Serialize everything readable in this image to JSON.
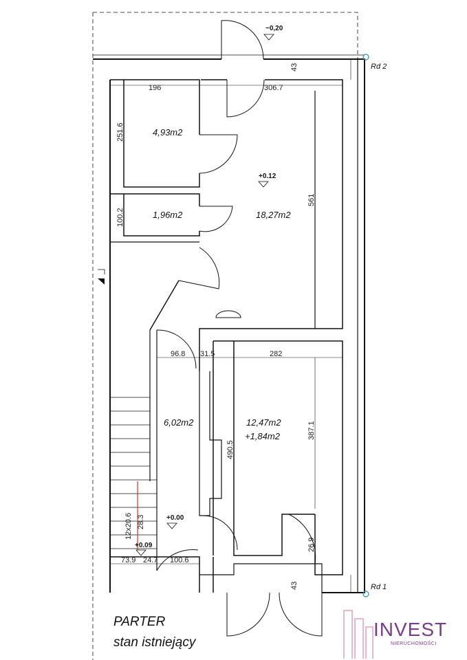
{
  "rooms": [
    {
      "id": "room-a",
      "area": "4,93m2"
    },
    {
      "id": "room-b",
      "area": "1,96m2"
    },
    {
      "id": "room-c",
      "area": "18,27m2"
    },
    {
      "id": "room-d",
      "area": "6,02m2"
    },
    {
      "id": "room-e",
      "area": "12,47m2",
      "extra": "+1,84m2"
    }
  ],
  "levels": {
    "outside": "−0,20",
    "hall": "+0.12",
    "ground": "+0.00",
    "entry": "+0.09"
  },
  "dimensions": {
    "d196": "196",
    "d306_7": "306.7",
    "d43_top": "43",
    "d251_6": "251.6",
    "d100_2": "100.2",
    "d561": "561",
    "d96_8": "96.8",
    "d31_5": "31.5",
    "d282": "282",
    "d387_1": "387.1",
    "d490_5": "490.5",
    "d26_9": "26.9",
    "d43_bottom": "43",
    "d73_9": "73.9",
    "d24_7": "24.7",
    "d100_6": "100.6",
    "stairs": "12x20.6",
    "stairs2": "28.3"
  },
  "axes": {
    "top": "Rd 2",
    "bottom": "Rd 1"
  },
  "title": {
    "line1": "PARTER",
    "line2": "stan istniejący"
  },
  "brand": {
    "name": "INVEST",
    "sub": "NIERUCHOMOŚCI",
    "color": "#7a3b8c"
  }
}
